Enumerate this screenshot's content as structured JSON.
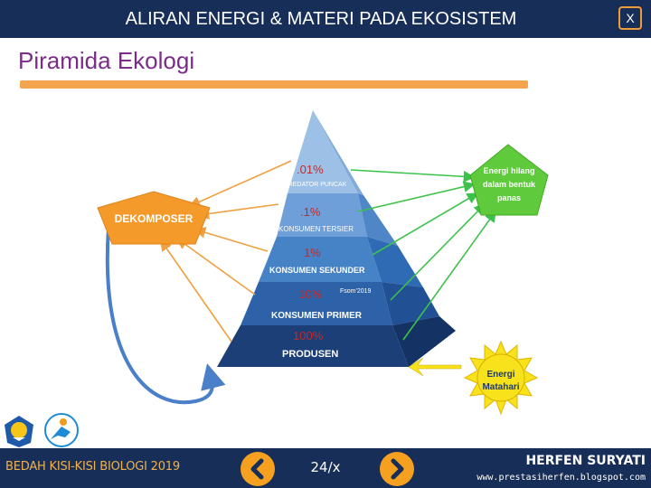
{
  "header": {
    "title": "ALIRAN ENERGI & MATERI PADA EKOSISTEM",
    "close_label": "X"
  },
  "section": {
    "title": "Piramida Ekologi"
  },
  "figure": {
    "pyramid_levels": [
      {
        "percent": ".01%",
        "label": "PREDATOR PUNCAK"
      },
      {
        "percent": ".1%",
        "label": "KONSUMEN TERSIER"
      },
      {
        "percent": "1%",
        "label": "KONSUMEN SEKUNDER"
      },
      {
        "percent": "10%",
        "label": "KONSUMEN PRIMER"
      },
      {
        "percent": "100%",
        "label": "PRODUSEN"
      }
    ],
    "watermark": "Fsom'2019",
    "decomposer": "DEKOMPOSER",
    "energy_lost": [
      "Energi hilang",
      "dalam bentuk",
      "panas"
    ],
    "sun": [
      "Energi",
      "Matahari"
    ],
    "colors": {
      "decomposer": "#f39a2a",
      "energy_lost": "#5fcb3c",
      "sun": "#f7e21b",
      "arrow_orange": "#f0a040",
      "arrow_green": "#3cc24a",
      "arrow_blue": "#4a7fc9"
    }
  },
  "footer": {
    "left_text": "BEDAH KISI-KISI BIOLOGI 2019",
    "page": "24/x",
    "author": "HERFEN SURYATI",
    "website": "www.prestasiherfen.blogspot.com",
    "prev_icon": "chevron-left-icon",
    "next_icon": "chevron-right-icon"
  }
}
